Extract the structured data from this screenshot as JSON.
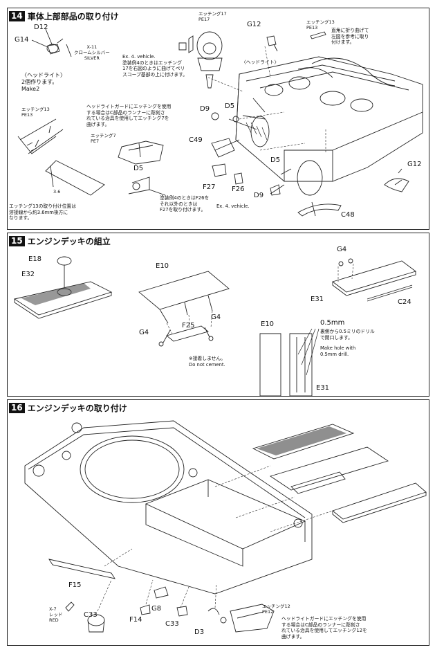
{
  "steps": [
    {
      "number": "14",
      "title": "車体上部部品の取り付け"
    },
    {
      "number": "15",
      "title": "エンジンデッキの組立"
    },
    {
      "number": "16",
      "title": "エンジンデッキの取り付け"
    }
  ],
  "step14": {
    "parts": {
      "d12": "D12",
      "g14": "G14",
      "d9_a": "D9",
      "d5_a": "D5",
      "d5_b": "D5",
      "d5_c": "D5",
      "c49": "C49",
      "f27": "F27",
      "f26": "F26",
      "d9_b": "D9",
      "c48": "C48",
      "g12_a": "G12",
      "g12_b": "G12"
    },
    "paint": {
      "code": "X-11",
      "jp": "クロームシルバー",
      "en": "SILVER"
    },
    "headlight": {
      "title": "〈ヘッドライト〉",
      "jp": "2個作ります。",
      "en": "Make2"
    },
    "pe": {
      "pe13_a": "エッチング13\nPE13",
      "pe17": "エッチング17\nPE17",
      "pe13_b": "エッチング13\nPE13",
      "pe7": "エッチング7\nPE7"
    },
    "notes": {
      "ex4_pe17": "Ex. 4. vehicle.\n塗装例4のときはエッチング\n17を右図のように曲げてペリ\nスコープ基部の上に付けます。",
      "bend": "直角に折り曲げて\n左図を参考に取り\n付けます。",
      "headlight_label": "〈ヘッドライト〉",
      "guard_pe7": "ヘッドライトガードにエッチングを使用\nする場合はC部品のランナーに彫刻さ\nれている治具を使用してエッチング7を\n曲げます。",
      "ex4_f26": "塗装例4のときはF26を\nそれ以外のときは\nF27を取り付けます。",
      "ex4_vehicle": "Ex. 4. vehicle.",
      "pe13_pos": "エッチング13の取り付け位置は\n溶接線から約3.6mm後方に\nなります。",
      "dim": "3.6"
    }
  },
  "step15": {
    "parts": {
      "e18": "E18",
      "e32": "E32",
      "e10_a": "E10",
      "g4_a": "G4",
      "f25": "F25",
      "g4_b": "G4",
      "g4_c": "G4",
      "e31_a": "E31",
      "c24": "C24",
      "e10_b": "E10",
      "e31_b": "E31"
    },
    "notes": {
      "no_cement_jp": "※接着しません。",
      "no_cement_en": "Do not cement.",
      "hole_size": "0.5mm",
      "hole_jp": "裏側から0.5ミリのドリル\nで開口します。",
      "hole_en": "Make hole with\n0.5mm drill."
    }
  },
  "step16": {
    "parts": {
      "f15": "F15",
      "f14": "F14",
      "g8": "G8",
      "c33_a": "C33",
      "c33_b": "C33",
      "d3": "D3"
    },
    "paint": {
      "code": "X-7",
      "jp": "レッド",
      "en": "RED"
    },
    "pe": {
      "pe12": "エッチング12\nPE12"
    },
    "notes": {
      "guard_pe12": "ヘッドライトガードにエッチングを使用\nする場合はC部品のランナーに彫刻さ\nれている治具を使用してエッチング12を\n曲げます。"
    }
  }
}
